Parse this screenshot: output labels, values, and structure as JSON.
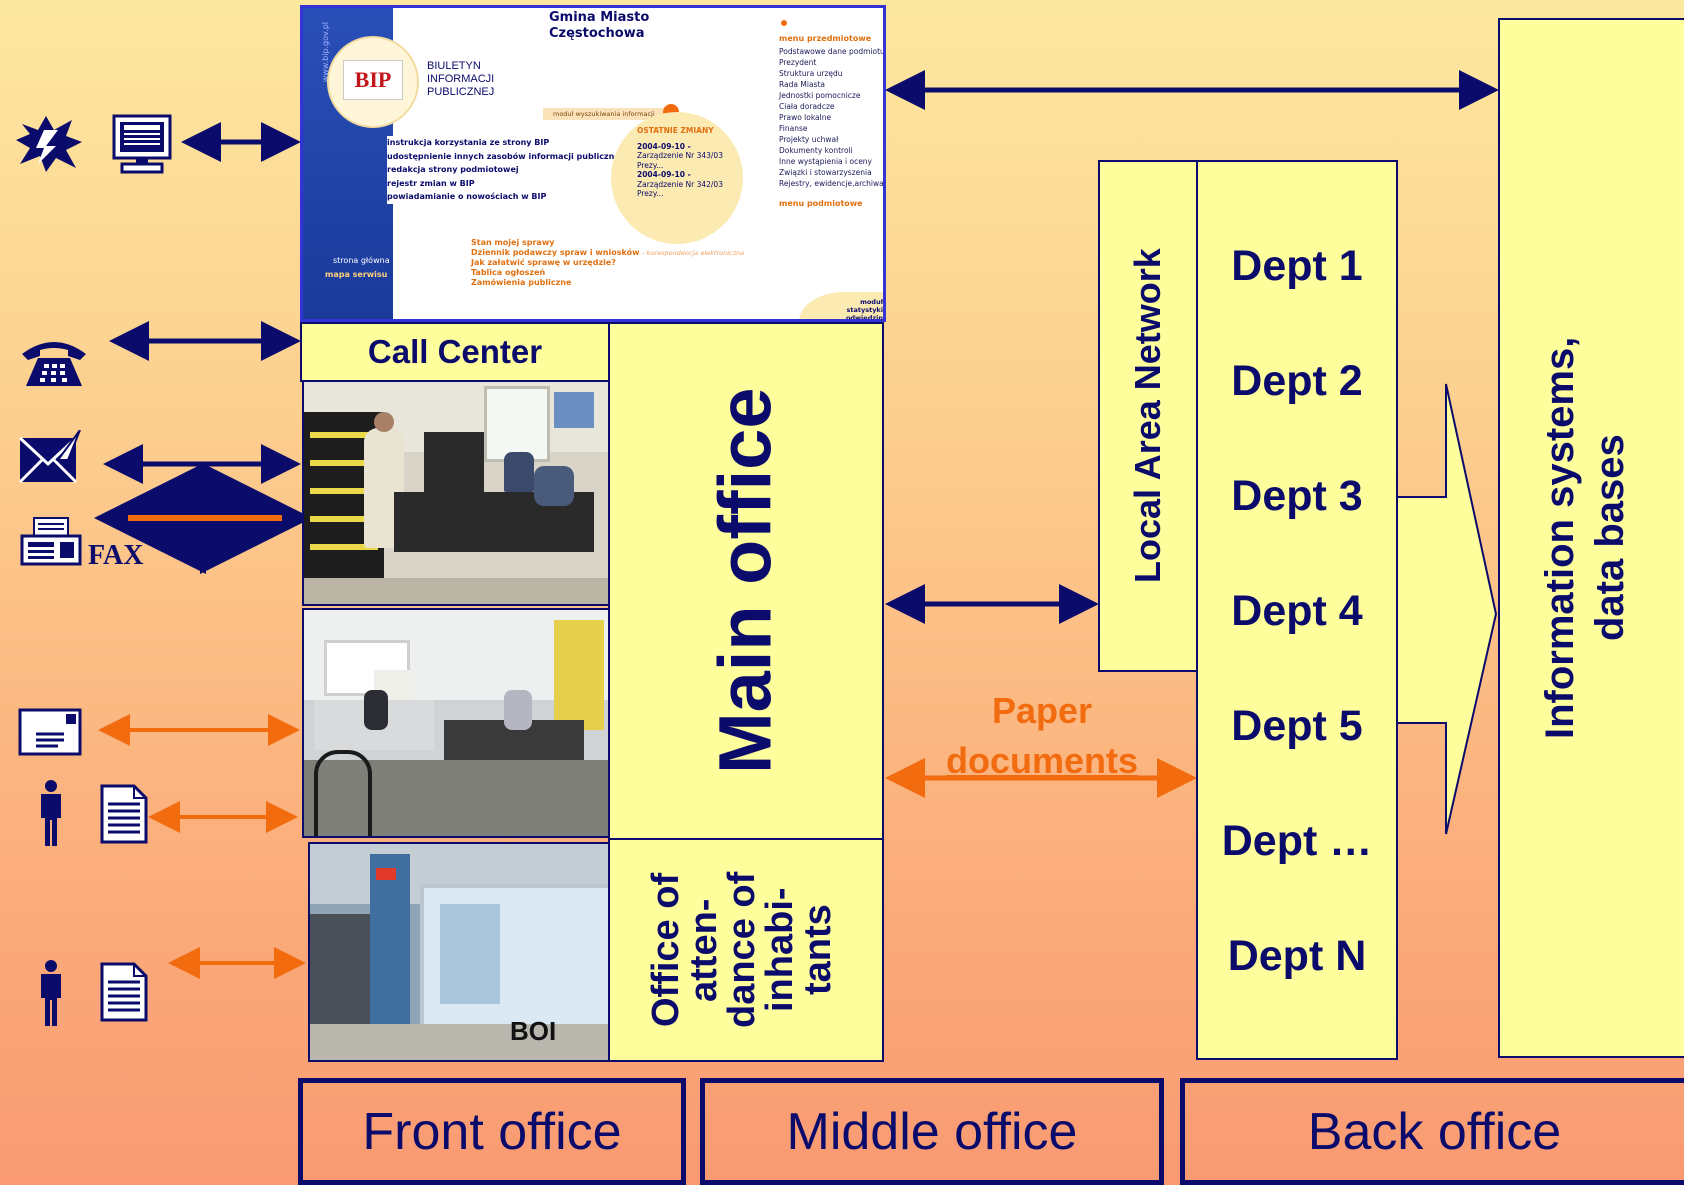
{
  "colors": {
    "navy": "#0b0b6b",
    "orange": "#f26b0f",
    "yellow": "#fefe9c"
  },
  "channels": {
    "fax_label": "FAX",
    "icons": [
      "lightning-icon",
      "computer-icon",
      "telephone-icon",
      "email-icon",
      "fax-icon",
      "letter-icon",
      "person-icon",
      "document-icon"
    ]
  },
  "bip": {
    "city_line1": "Gmina Miasto",
    "city_line2": "Częstochowa",
    "logo": "BIP",
    "title_line1": "BIULETYN",
    "title_line2": "INFORMACJI",
    "title_line3": "PUBLICZNEJ",
    "search_module": "moduł wyszukiwania informacji",
    "links": [
      "instrukcja korzystania ze strony BIP",
      "udostępnienie innych zasobów informacji publicznej",
      "redakcja strony podmiotowej",
      "rejestr zmian w BIP",
      "powiadamianie o nowościach w BIP"
    ],
    "changes_title": "OSTATNIE ZMIANY",
    "changes": [
      "2004-09-10 -",
      "Zarządzenie Nr 343/03",
      "Prezy...",
      "2004-09-10 -",
      "Zarządzenie Nr 342/03",
      "Prezy..."
    ],
    "menu_title": "menu przedmiotowe",
    "menu_items": [
      "Podstawowe dane podmiotu",
      "Prezydent",
      "Struktura urzędu",
      "Rada Miasta",
      "Jednostki pomocnicze",
      "Ciała doradcze",
      "Prawo lokalne",
      "Finanse",
      "Projekty uchwał",
      "Dokumenty kontroli",
      "Inne wystąpienia i oceny",
      "Związki i stowarzyszenia",
      "Rejestry, ewidencje,archiwa"
    ],
    "menu2_title": "menu podmiotowe",
    "bottom_links": [
      "Stan mojej sprawy",
      "Dziennik podawczy spraw i wniosków",
      "Jak załatwić sprawę w urzędzie?",
      "Tablica ogłoszeń",
      "Zamówienia publiczne"
    ],
    "bottom_link_suffix": "- korespondencja elektroniczna",
    "home": "strona główna",
    "site_map": "mapa serwisu",
    "stats_line1": "moduł",
    "stats_line2": "statystyki odwiedzin",
    "url_side": "www.bip.gov.pl"
  },
  "front": {
    "call_center": "Call Center",
    "boi_sign": "BOI"
  },
  "middle": {
    "main_office": "Main office",
    "office_attendance": [
      "Office of",
      "atten-",
      "dance of",
      "inhabi-",
      "tants"
    ]
  },
  "connector": {
    "paper_line1": "Paper",
    "paper_line2": "documents"
  },
  "back": {
    "lan": "Local Area Network",
    "depts": [
      "Dept 1",
      "Dept 2",
      "Dept 3",
      "Dept 4",
      "Dept 5",
      "Dept …",
      "Dept N"
    ],
    "info_line1": "Information systems,",
    "info_line2": "data bases"
  },
  "footer": {
    "front": "Front office",
    "middle": "Middle office",
    "back": "Back office"
  }
}
